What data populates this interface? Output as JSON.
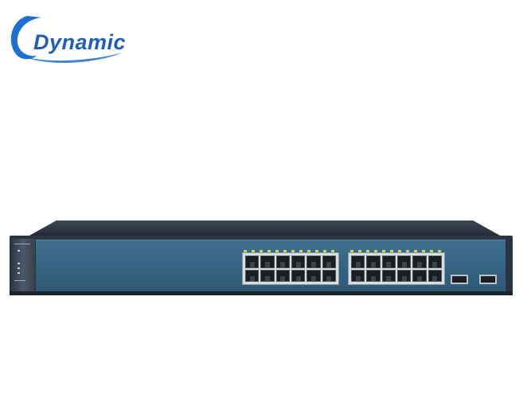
{
  "brand": {
    "name": "Dynamic",
    "primary_color": "#1f5fb8",
    "swoosh_color": "#1f6fd0"
  },
  "product": {
    "device": "network-switch",
    "panel_color": "#356582",
    "chassis_color": "#2a3340",
    "rj45_port_blocks": 2,
    "ports_per_block": 12,
    "sfp_ports": 2
  }
}
